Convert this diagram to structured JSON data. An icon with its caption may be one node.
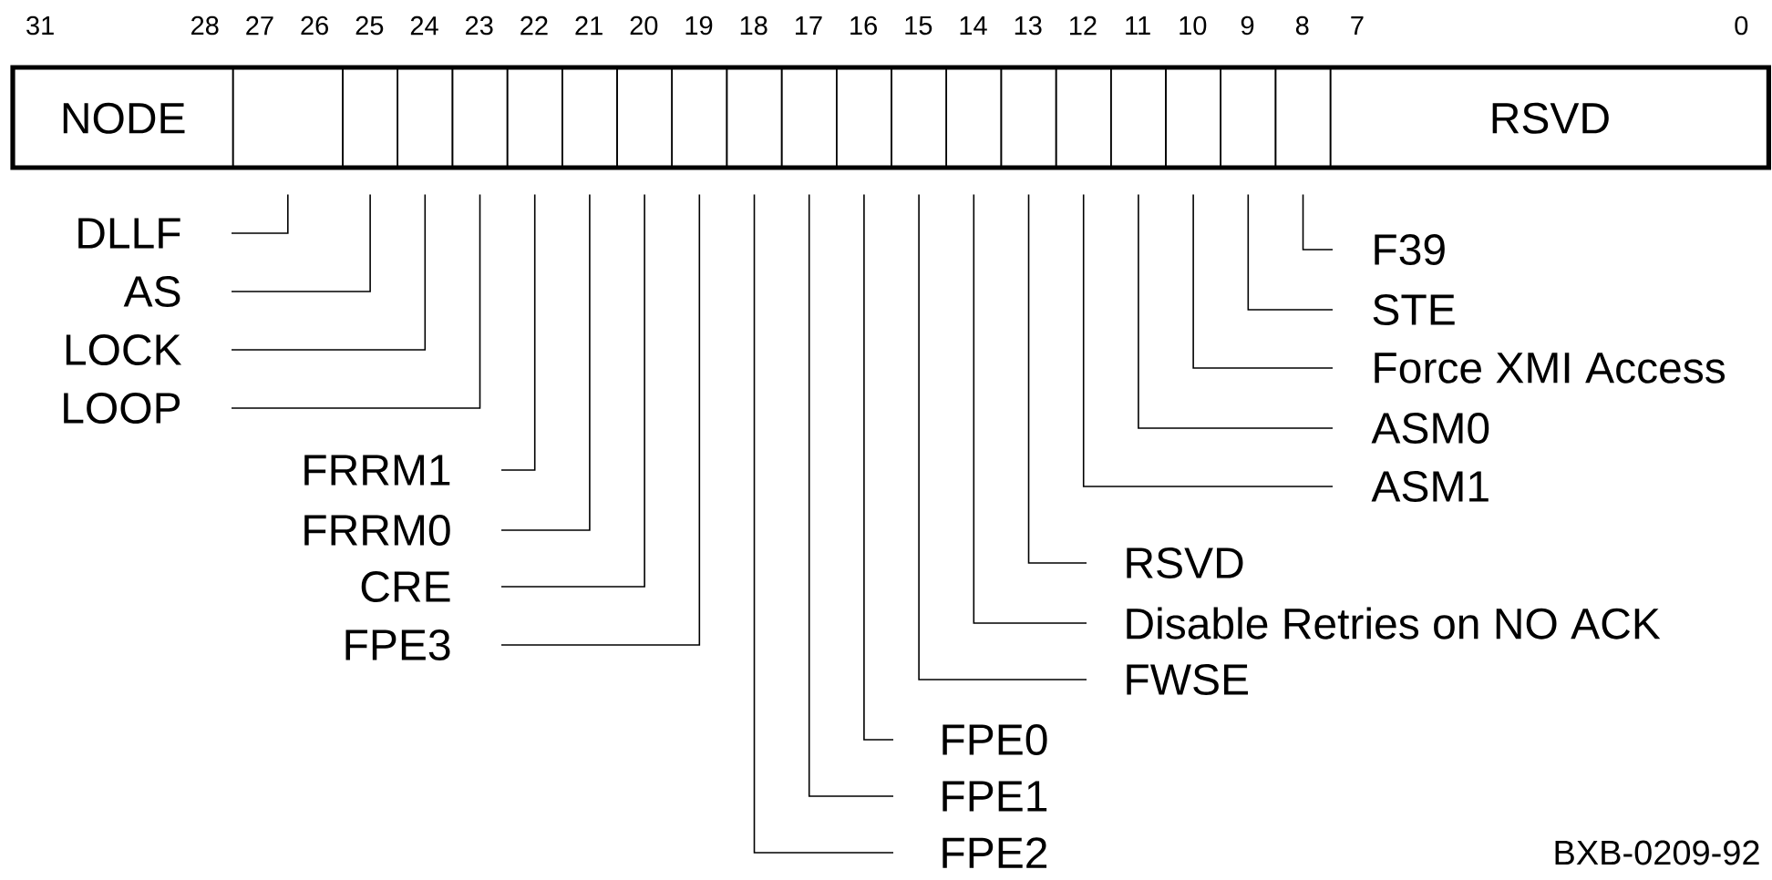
{
  "diagram": {
    "nodes": [
      {
        "text": [
          "NODE"
        ]
      },
      {
        "text": [],
        "shape": "box"
      },
      {
        "text": [],
        "shape": "box"
      },
      {
        "text": [],
        "shape": "box"
      },
      {
        "text": [],
        "shape": "box"
      },
      {
        "text": [],
        "shape": "box"
      },
      {
        "text": [],
        "shape": "box"
      },
      {
        "text": [],
        "shape": "box"
      },
      {
        "text": [],
        "shape": "box"
      },
      {
        "text": [],
        "shape": "box"
      },
      {
        "text": [],
        "shape": "box"
      },
      {
        "text": [],
        "shape": "box"
      },
      {
        "text": [],
        "shape": "box"
      },
      {
        "text": [],
        "shape": "box"
      },
      {
        "text": [],
        "shape": "box"
      },
      {
        "text": [],
        "shape": "box"
      },
      {
        "text": [],
        "shape": "box"
      },
      {
        "text": [],
        "shape": "box"
      },
      {
        "text": [],
        "shape": "box"
      },
      {
        "text": [],
        "shape": "box"
      },
      {
        "text": [
          "RSVD"
        ]
      },
      {
        "text": [
          "DLLF"
        ]
      },
      {
        "text": [
          "AS"
        ]
      },
      {
        "text": [
          "LOCK"
        ]
      },
      {
        "text": [
          "LOOP"
        ]
      },
      {
        "text": [
          "FRRM1"
        ]
      },
      {
        "text": [
          "FRRM0"
        ]
      },
      {
        "text": [
          "CRE"
        ]
      },
      {
        "text": [
          "FPE3"
        ]
      },
      {
        "text": [
          "FPE2"
        ]
      },
      {
        "text": [
          "FPE1"
        ]
      },
      {
        "text": [
          "FPE0"
        ]
      },
      {
        "text": [
          "FWSE"
        ]
      },
      {
        "text": [
          "Disable Retries on NO ACK"
        ]
      },
      {
        "text": [
          "RSVD"
        ]
      },
      {
        "text": [
          "ASM1"
        ]
      },
      {
        "text": [
          "ASM0"
        ]
      },
      {
        "text": [
          "Force XMI Access"
        ]
      },
      {
        "text": [
          "STE"
        ]
      },
      {
        "text": [
          "F39"
        ]
      }
    ],
    "edges": [
      {
        "from": 21,
        "to": 1,
        "arrow": "none"
      },
      {
        "from": 22,
        "to": 2,
        "arrow": "none"
      },
      {
        "from": 23,
        "to": 3,
        "arrow": "none"
      },
      {
        "from": 24,
        "to": 4,
        "arrow": "none"
      },
      {
        "from": 25,
        "to": 5,
        "arrow": "none"
      },
      {
        "from": 26,
        "to": 6,
        "arrow": "none"
      },
      {
        "from": 27,
        "to": 7,
        "arrow": "none"
      },
      {
        "from": 28,
        "to": 8,
        "arrow": "none"
      },
      {
        "from": 29,
        "to": 9,
        "arrow": "none"
      },
      {
        "from": 30,
        "to": 10,
        "arrow": "none"
      },
      {
        "from": 31,
        "to": 11,
        "arrow": "none"
      },
      {
        "from": 32,
        "to": 12,
        "arrow": "none"
      },
      {
        "from": 33,
        "to": 13,
        "arrow": "none"
      },
      {
        "from": 34,
        "to": 14,
        "arrow": "none"
      },
      {
        "from": 35,
        "to": 15,
        "arrow": "none"
      },
      {
        "from": 36,
        "to": 16,
        "arrow": "none"
      },
      {
        "from": 37,
        "to": 17,
        "arrow": "none"
      },
      {
        "from": 38,
        "to": 18,
        "arrow": "none"
      },
      {
        "from": 39,
        "to": 19,
        "arrow": "none"
      }
    ],
    "labels": [
      "31",
      "28",
      "27",
      "26",
      "25",
      "24",
      "23",
      "22",
      "21",
      "20",
      "19",
      "18",
      "17",
      "16",
      "15",
      "14",
      "13",
      "12",
      "11",
      "10",
      "9",
      "8",
      "7",
      "0",
      "BXB-0209-92"
    ]
  }
}
